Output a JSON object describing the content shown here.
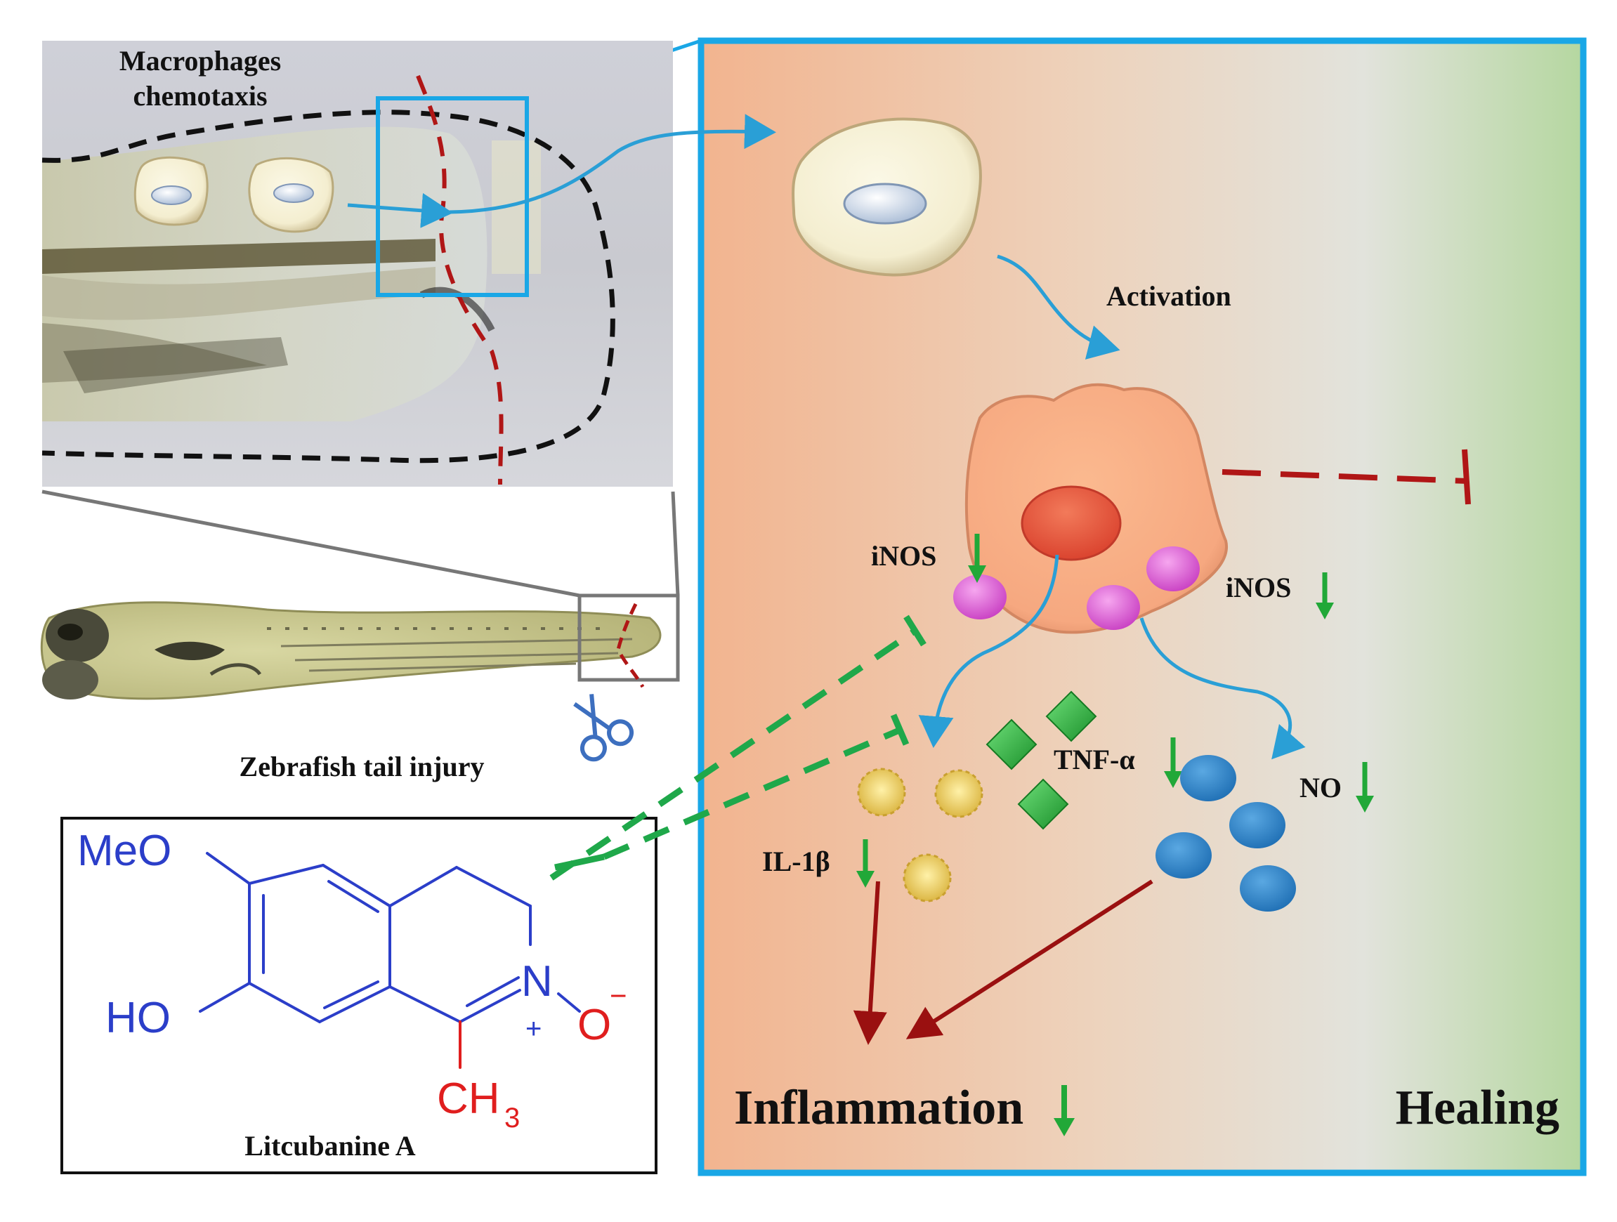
{
  "figure": {
    "macrophages_label_line1": "Macrophages",
    "macrophages_label_line2": "chemotaxis",
    "zebrafish_label": "Zebrafish tail injury",
    "compound_name": "Litcubanine A",
    "activation_label": "Activation",
    "inos_left": "iNOS",
    "inos_right": "iNOS",
    "tnf_label": "TNF-α",
    "no_label": "NO",
    "il1b_label": "IL-1β",
    "inflammation_label": "Inflammation",
    "healing_label": "Healing"
  },
  "molecule": {
    "meo": "MeO",
    "ho": "HO",
    "n": "N",
    "plus": "+",
    "o_minus": "O",
    "minus": "−",
    "ch3_c": "CH",
    "ch3_sub": "3"
  },
  "colors": {
    "panel_border": "#1aa7e6",
    "inflammation_bg": "#f2b894",
    "healing_bg": "#b7d9a4",
    "inhibit_green": "#1fa84a",
    "inhibit_red": "#b01616",
    "arrow_blue": "#2a9fd6",
    "down_arrow_green": "#21a838",
    "arrow_darkred": "#9a1010",
    "molecule_blue": "#2b3ec9",
    "molecule_red": "#e01e1e"
  },
  "icons": [
    "scissors-icon",
    "down-arrow-icon",
    "inhibition-bar-icon"
  ]
}
